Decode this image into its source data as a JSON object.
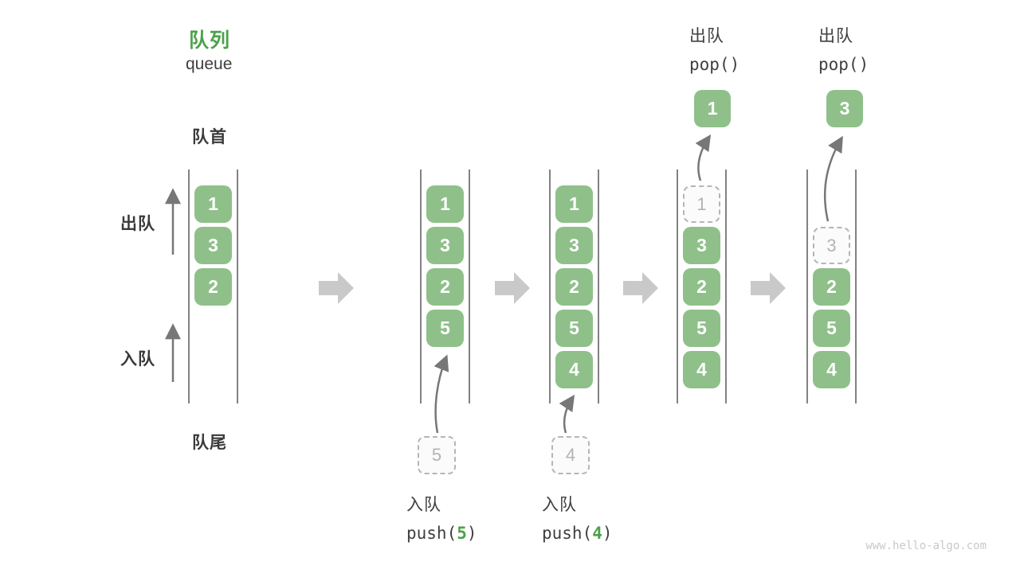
{
  "title": {
    "zh": "队列",
    "en": "queue"
  },
  "side_labels": {
    "front": "队首",
    "rear": "队尾",
    "dequeue": "出队",
    "enqueue": "入队"
  },
  "operations": {
    "push5": {
      "label": "入队",
      "fn": "push(",
      "arg": "5",
      "end": ")"
    },
    "push4": {
      "label": "入队",
      "fn": "push(",
      "arg": "4",
      "end": ")"
    },
    "pop1": {
      "label": "出队",
      "fn": "pop()"
    },
    "pop2": {
      "label": "出队",
      "fn": "pop()"
    }
  },
  "queues": [
    {
      "name": "state-initial",
      "cells": [
        {
          "row": 0,
          "value": "1",
          "dashed": false
        },
        {
          "row": 1,
          "value": "3",
          "dashed": false
        },
        {
          "row": 2,
          "value": "2",
          "dashed": false
        }
      ]
    },
    {
      "name": "state-after-push5",
      "cells": [
        {
          "row": 0,
          "value": "1",
          "dashed": false
        },
        {
          "row": 1,
          "value": "3",
          "dashed": false
        },
        {
          "row": 2,
          "value": "2",
          "dashed": false
        },
        {
          "row": 3,
          "value": "5",
          "dashed": false
        }
      ],
      "staging": {
        "value": "5"
      }
    },
    {
      "name": "state-after-push4",
      "cells": [
        {
          "row": 0,
          "value": "1",
          "dashed": false
        },
        {
          "row": 1,
          "value": "3",
          "dashed": false
        },
        {
          "row": 2,
          "value": "2",
          "dashed": false
        },
        {
          "row": 3,
          "value": "5",
          "dashed": false
        },
        {
          "row": 4,
          "value": "4",
          "dashed": false
        }
      ],
      "staging": {
        "value": "4"
      }
    },
    {
      "name": "state-after-pop1",
      "cells": [
        {
          "row": 0,
          "value": "1",
          "dashed": true
        },
        {
          "row": 1,
          "value": "3",
          "dashed": false
        },
        {
          "row": 2,
          "value": "2",
          "dashed": false
        },
        {
          "row": 3,
          "value": "5",
          "dashed": false
        },
        {
          "row": 4,
          "value": "4",
          "dashed": false
        }
      ],
      "popped": {
        "value": "1"
      }
    },
    {
      "name": "state-after-pop3",
      "cells": [
        {
          "row": 1,
          "value": "3",
          "dashed": true
        },
        {
          "row": 2,
          "value": "2",
          "dashed": false
        },
        {
          "row": 3,
          "value": "5",
          "dashed": false
        },
        {
          "row": 4,
          "value": "4",
          "dashed": false
        }
      ],
      "popped": {
        "value": "3"
      }
    }
  ],
  "colors": {
    "box_green": "#8FC08A",
    "title_green": "#4BA24B",
    "block_arrow_gray": "#C9C9C9",
    "thin_arrow_gray": "#777777",
    "dashed_border_gray": "#B5B5B5",
    "dashed_text_gray": "#B3B3B3",
    "text_dark": "#3F3F3F"
  },
  "watermark": "www.hello-algo.com"
}
